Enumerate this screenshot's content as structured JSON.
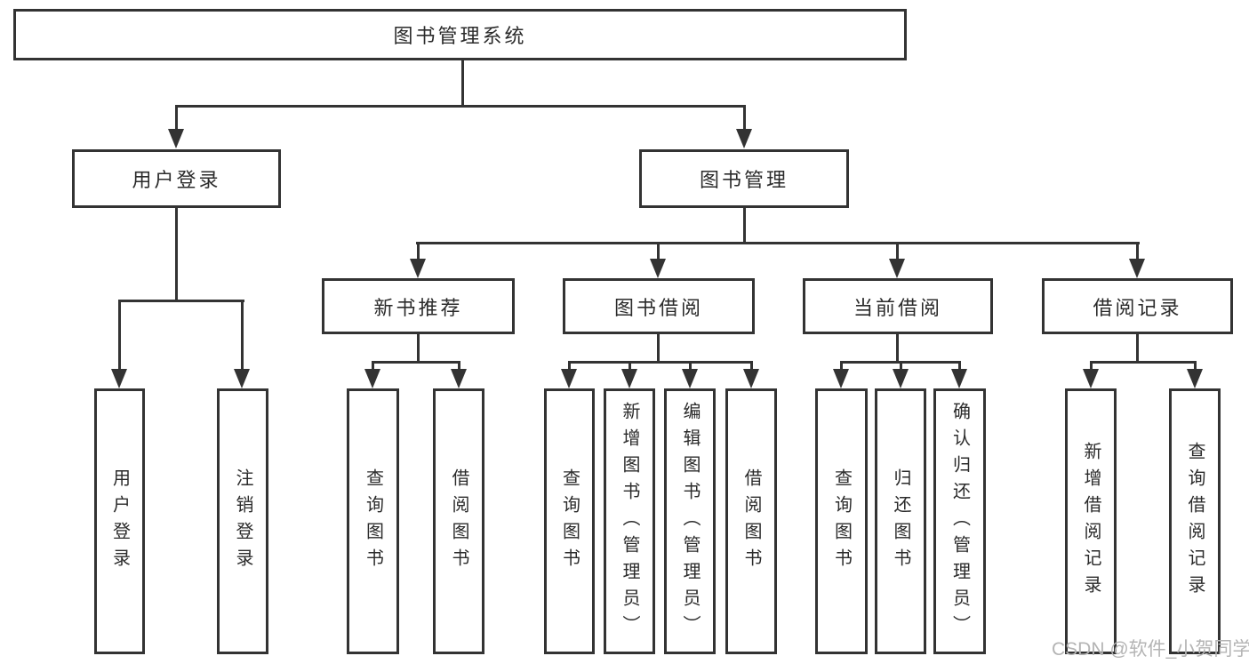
{
  "diagram": {
    "root": {
      "label": "图书管理系统"
    },
    "branches": [
      {
        "label": "用户登录",
        "children": [
          {
            "label": "用户登录"
          },
          {
            "label": "注销登录"
          }
        ]
      },
      {
        "label": "图书管理",
        "children": [
          {
            "label": "新书推荐",
            "children": [
              {
                "label": "查询图书"
              },
              {
                "label": "借阅图书"
              }
            ]
          },
          {
            "label": "图书借阅",
            "children": [
              {
                "label": "查询图书"
              },
              {
                "label": "新增图书（管理员）"
              },
              {
                "label": "编辑图书（管理员）"
              },
              {
                "label": "借阅图书"
              }
            ]
          },
          {
            "label": "当前借阅",
            "children": [
              {
                "label": "查询图书"
              },
              {
                "label": "归还图书"
              },
              {
                "label": "确认归还（管理员）"
              }
            ]
          },
          {
            "label": "借阅记录",
            "children": [
              {
                "label": "新增借阅记录"
              },
              {
                "label": "查询借阅记录"
              }
            ]
          }
        ]
      }
    ]
  },
  "watermark": {
    "text": "CSDN @软件_小贺同学"
  },
  "colors": {
    "line": "#333333",
    "text": "#2b2b2b",
    "watermark": "#b4b4b4",
    "background": "#ffffff"
  }
}
